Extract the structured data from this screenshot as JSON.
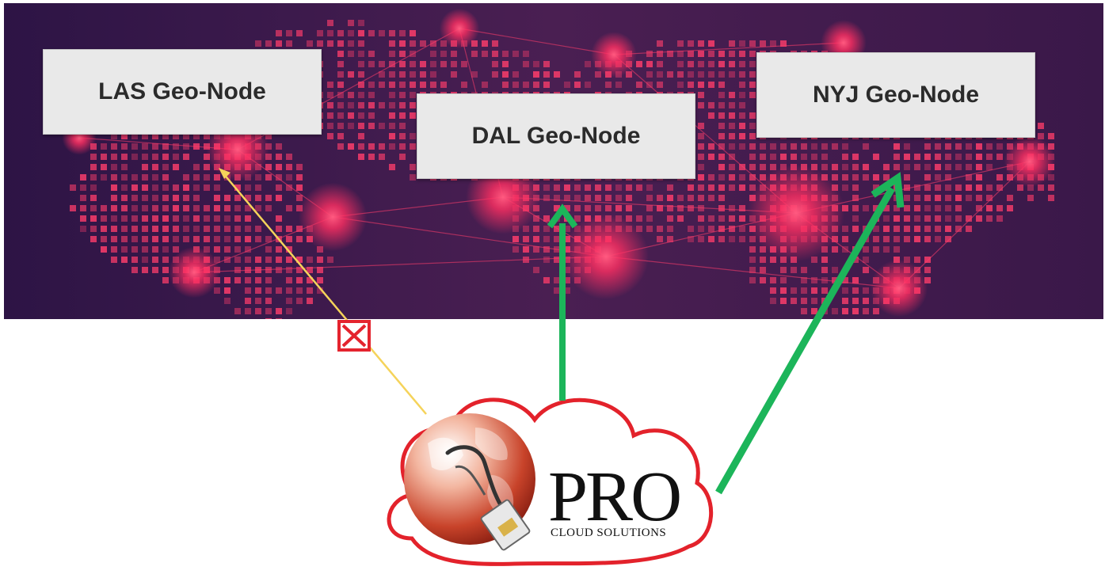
{
  "nodes": {
    "las": {
      "label": "LAS Geo-Node",
      "status": "blocked"
    },
    "dal": {
      "label": "DAL Geo-Node",
      "status": "connected"
    },
    "nyj": {
      "label": "NYJ Geo-Node",
      "status": "connected"
    }
  },
  "brand": {
    "name": "PRO",
    "tagline": "CLOUD SOLUTIONS"
  },
  "colors": {
    "banner_dark": "#3f1c4c",
    "banner_glow": "#ff3d6b",
    "connected_arrow": "#1cb55a",
    "blocked_arrow": "#f5d35a",
    "blocked_mark": "#e4242e",
    "cloud_outline": "#e3222b"
  },
  "icons": {
    "globe": "globe-with-network-cable-icon",
    "blocked": "x-box-icon"
  }
}
